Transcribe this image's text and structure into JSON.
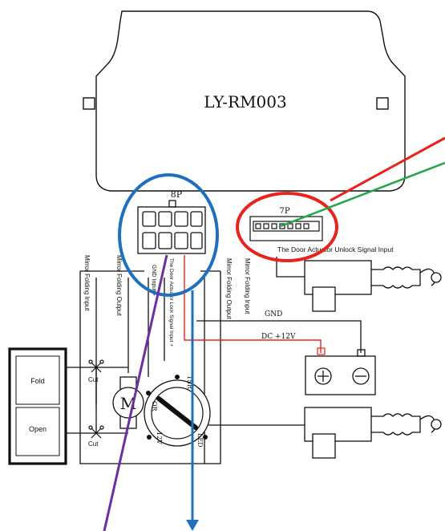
{
  "device": {
    "model": "LY-RM003"
  },
  "connectors": {
    "eight_pin": "8P",
    "seven_pin": "7P"
  },
  "labels": {
    "unlock_input": "The Door Actuator Unlock Signal Input",
    "lock_input": "The Door Actuator Lock Signal Input +",
    "mirror_folding_input_1": "Mirror Folding Input",
    "mirror_folding_output_1": "Mirror Folding Output",
    "mirror_folding_output_2": "Mirror Folding Output",
    "mirror_folding_input_2": "Mirror Folding Input",
    "gnd_input": "GND Input +",
    "gnd": "GND",
    "dc": "DC +12V",
    "cut_top": "Cut",
    "cut_bottom": "Cut",
    "motor": "M"
  },
  "switch_panel": {
    "fold": "Fold",
    "open": "Open"
  },
  "dial": {
    "top": "TSR",
    "left_upper": "OR",
    "left_lower": "12V",
    "right_lower": "LED"
  },
  "colors": {
    "line": "#111111",
    "red_wire": "#e8231b",
    "red_marker": "#e8231b",
    "blue_marker": "#1f6fc1",
    "green_marker": "#22a64a",
    "purple_marker": "#6a2fa3"
  }
}
